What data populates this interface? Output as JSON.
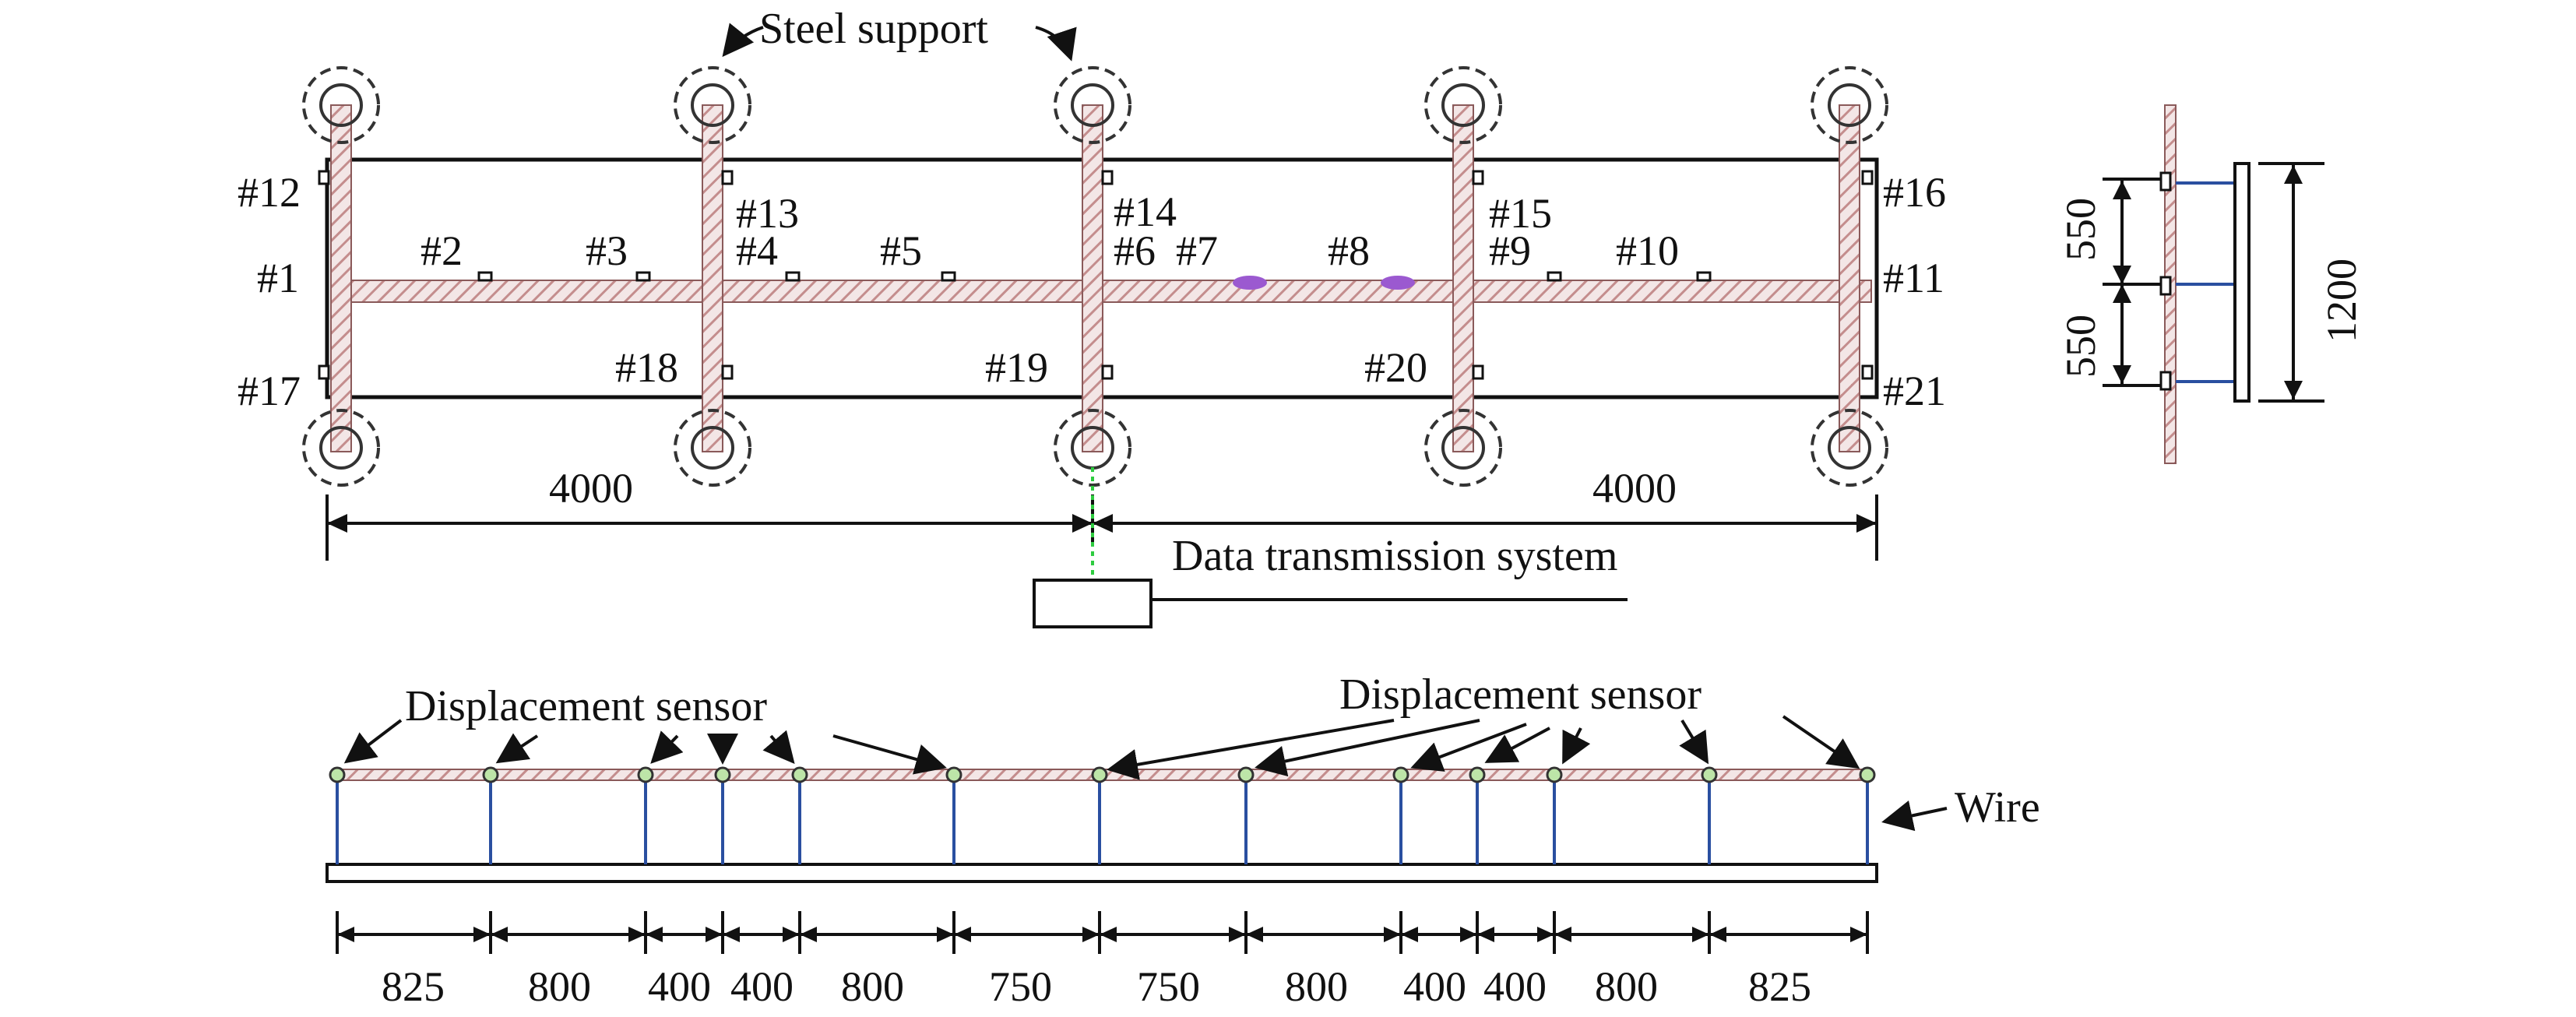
{
  "labels": {
    "steel_support": "Steel support",
    "data_transmission": "Data transmission system",
    "displacement_sensor_left": "Displacement sensor",
    "displacement_sensor_right": "Displacement sensor",
    "wire": "Wire"
  },
  "sensors": {
    "s1": "#1",
    "s2": "#2",
    "s3": "#3",
    "s4": "#4",
    "s5": "#5",
    "s6": "#6",
    "s7": "#7",
    "s8": "#8",
    "s9": "#9",
    "s10": "#10",
    "s11": "#11",
    "s12": "#12",
    "s13": "#13",
    "s14": "#14",
    "s15": "#15",
    "s16": "#16",
    "s17": "#17",
    "s18": "#18",
    "s19": "#19",
    "s20": "#20",
    "s21": "#21"
  },
  "plan_dims": {
    "left": "4000",
    "right": "4000"
  },
  "side_dims": {
    "upper": "550",
    "lower": "550",
    "total": "1200"
  },
  "elevation_dims": [
    "825",
    "800",
    "400",
    "400",
    "800",
    "750",
    "750",
    "800",
    "400",
    "400",
    "800",
    "825"
  ],
  "colors": {
    "beam_hatch": "#c79a9a",
    "sensor": "#9b59d0",
    "line": "#111111"
  }
}
